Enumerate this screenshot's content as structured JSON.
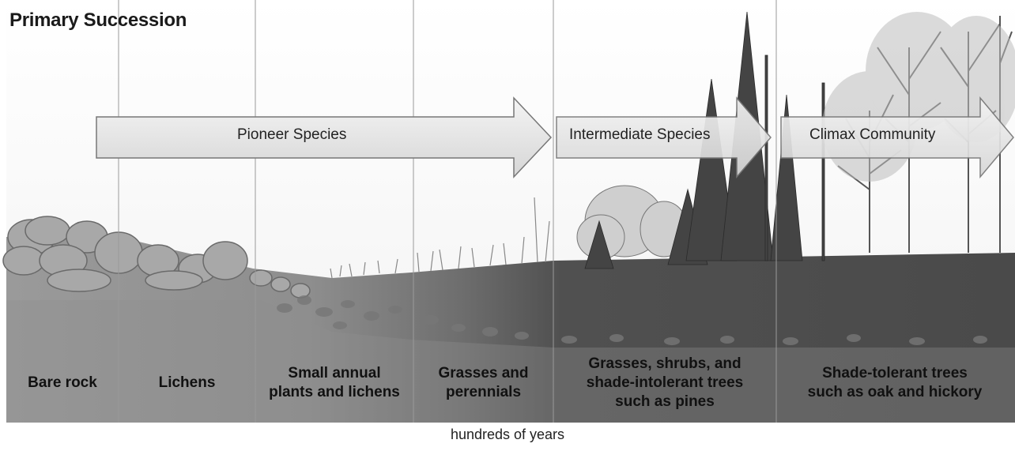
{
  "title": "Primary Succession",
  "arrows": {
    "pioneer": "Pioneer Species",
    "intermediate": "Intermediate Species",
    "climax": "Climax Community"
  },
  "stages": [
    {
      "label": "Bare rock"
    },
    {
      "label": "Lichens"
    },
    {
      "label": "Small annual\nplants and lichens"
    },
    {
      "label": "Grasses and\nperennials"
    },
    {
      "label": "Grasses, shrubs, and\nshade-intolerant trees\nsuch as pines"
    },
    {
      "label": "Shade-tolerant trees\nsuch as oak and hickory"
    }
  ],
  "time_label": "hundreds of years"
}
